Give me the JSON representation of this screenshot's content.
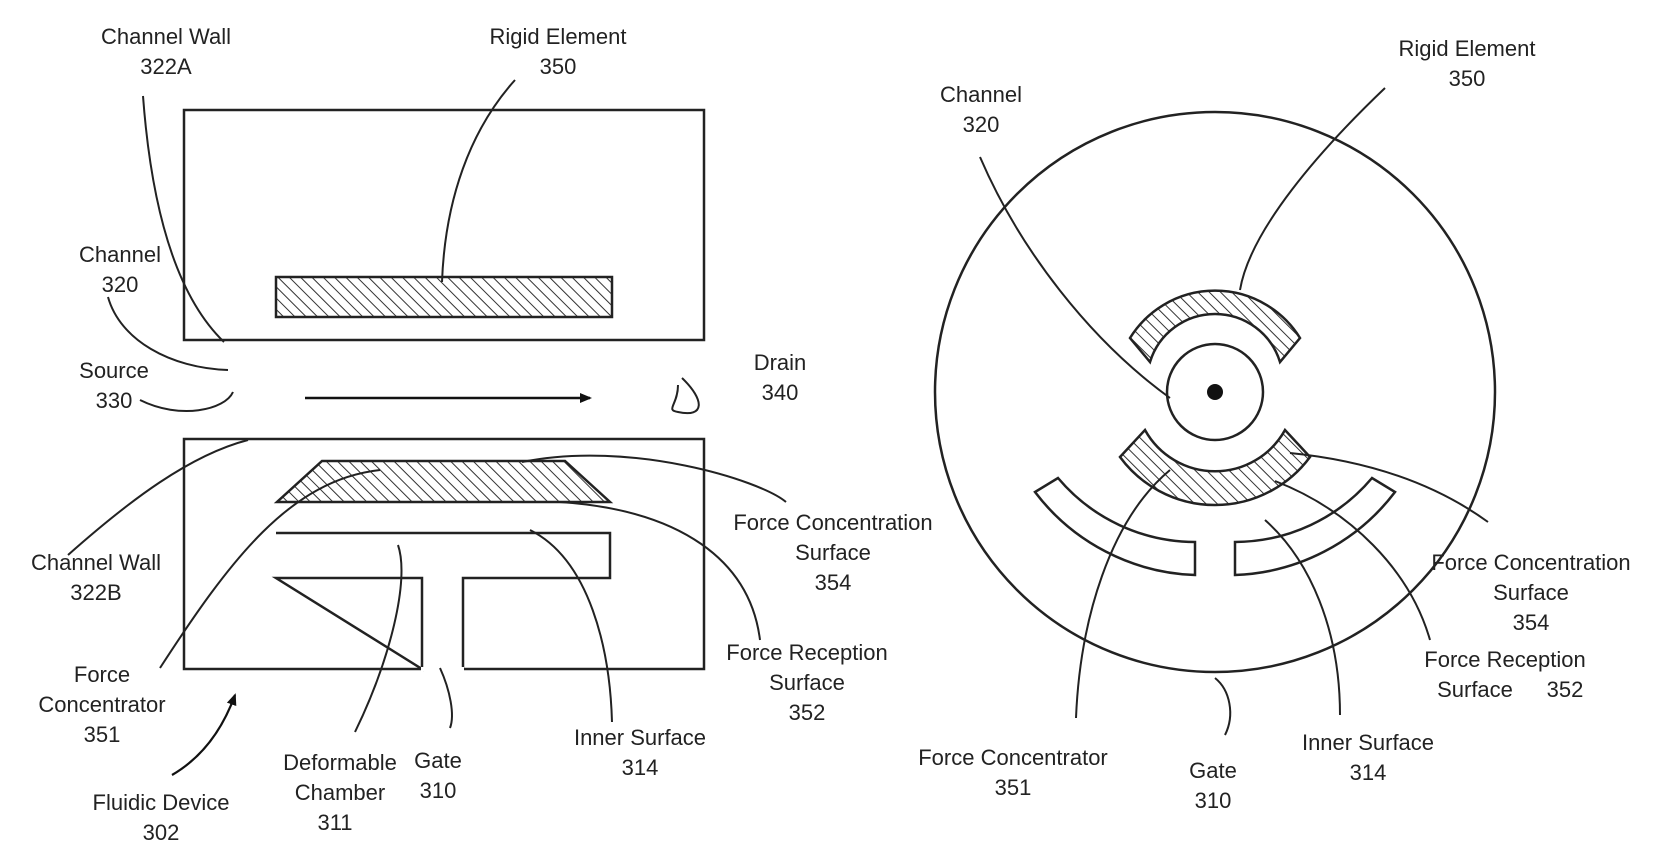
{
  "left_view": {
    "channel_wall_a": {
      "name": "Channel Wall",
      "num": "322A"
    },
    "rigid_element": {
      "name": "Rigid Element",
      "num": "350"
    },
    "channel": {
      "name": "Channel",
      "num": "320"
    },
    "source": {
      "name": "Source",
      "num": "330"
    },
    "drain": {
      "name": "Drain",
      "num": "340"
    },
    "channel_wall_b": {
      "name": "Channel Wall",
      "num": "322B"
    },
    "force_concentration_surface": {
      "line1": "Force Concentration",
      "line2": "Surface",
      "num": "354"
    },
    "force_reception_surface": {
      "line1": "Force Reception",
      "line2": "Surface",
      "num": "352"
    },
    "force_concentrator": {
      "line1": "Force",
      "line2": "Concentrator",
      "num": "351"
    },
    "inner_surface": {
      "name": "Inner Surface",
      "num": "314"
    },
    "fluidic_device": {
      "name": "Fluidic Device",
      "num": "302"
    },
    "deformable_chamber": {
      "line1": "Deformable",
      "line2": "Chamber",
      "num": "311"
    },
    "gate": {
      "name": "Gate",
      "num": "310"
    }
  },
  "right_view": {
    "rigid_element": {
      "name": "Rigid Element",
      "num": "350"
    },
    "channel": {
      "name": "Channel",
      "num": "320"
    },
    "force_concentration_surface": {
      "line1": "Force Concentration",
      "line2": "Surface",
      "num": "354"
    },
    "force_reception_surface": {
      "line1": "Force Reception",
      "line2": "Surface",
      "num": "352"
    },
    "force_concentrator": {
      "name": "Force Concentrator",
      "num": "351"
    },
    "gate": {
      "name": "Gate",
      "num": "310"
    },
    "inner_surface": {
      "name": "Inner Surface",
      "num": "314"
    }
  }
}
